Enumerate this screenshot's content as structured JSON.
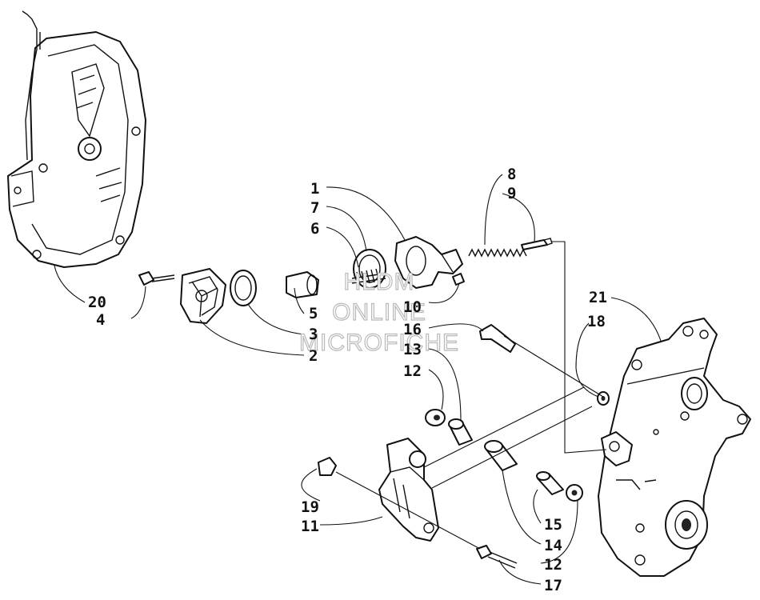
{
  "diagram": {
    "callouts": [
      "1",
      "2",
      "3",
      "4",
      "5",
      "6",
      "7",
      "8",
      "9",
      "10",
      "11",
      "12",
      "12",
      "13",
      "14",
      "15",
      "16",
      "17",
      "18",
      "19",
      "20",
      "21"
    ],
    "watermark": [
      "HLDM",
      "ONLINE",
      "MICROFICHE"
    ]
  }
}
